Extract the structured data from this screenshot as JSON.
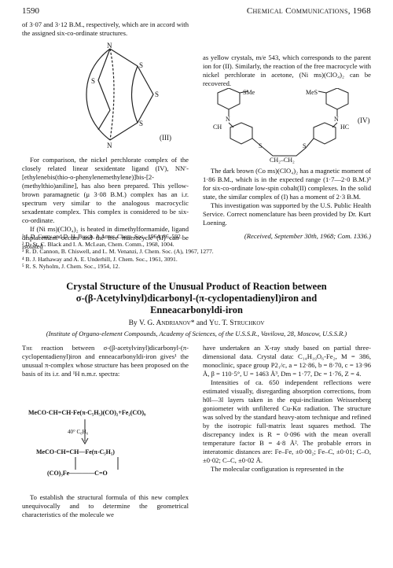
{
  "header": {
    "page_number": "1590",
    "journal": "Chemical Communications, 1968"
  },
  "upper_left": {
    "p1": "of 3·07 and 3·12 B.M., respectively, which are in accord with the assigned six-co-ordinate structures.",
    "struct_label": "(III)",
    "p2": "For comparison, the nickel perchlorate complex of the closely related linear sexidentate ligand (IV), NN′-[ethylenebis(thio-o-phenylenemethylene)]bis-[2-(methylthio)aniline], has also been prepared. This yellow-brown paramagnetic (μ 3·08 B.M.) complex has an i.r. spectrum very similar to the analogous macrocyclic sexadentate complex. This complex is considered to be six-co-ordinate.",
    "p3": "If (Ni ms)(ClO₄)₂ is heated in dimethylformamide, ligand displacement occurs and the free macrocycle (II) can be isolated"
  },
  "upper_right": {
    "p1": "as yellow crystals, m/e 543, which corresponds to the parent ion for (II). Similarly, the reaction of the free macrocycle with nickel perchlorate in acetone, (Ni ms)(ClO₄)₂ can be recovered.",
    "struct_label": "(IV)",
    "p2": "The dark brown (Co ms)(ClO₄)₂ has a magnetic moment of 1·86 B.M., which is in the expected range (1·7—2·0 B.M.)⁵ for six-co-ordinate low-spin cobalt(II) complexes. In the solid state, the similar complex of (I) has a moment of 2·3 B.M.",
    "p3": "This investigation was supported by the U.S. Public Health Service. Correct nomenclature has been provided by Dr. Kurt Loening.",
    "received": "(Received, September 30th, 1968; Com. 1336.)"
  },
  "references": [
    "¹ J. D. Curry and D. H. Busch, J. Amer. Chem. Soc., 1964, 86, 592.",
    "² D. St. C. Black and I. A. McLean, Chem. Comm., 1968, 1004.",
    "³ R. D. Cannon, B. Chiswell, and L. M. Venanzi, J. Chem. Soc. (A), 1967, 1277.",
    "⁴ B. J. Hathaway and A. E. Underhill, J. Chem. Soc., 1961, 3091.",
    "⁵ R. S. Nyholm, J. Chem. Soc., 1954, 12."
  ],
  "article": {
    "title_lines": [
      "Crystal Structure of the Unusual Product of Reaction between",
      "σ-(β-Acetylvinyl)dicarbonyl-(π-cyclopentadienyl)iron and",
      "Enneacarbonyldi-iron"
    ],
    "authors_prefix": "By",
    "author1": "V. G. Andrianov*",
    "authors_and": "and",
    "author2": "Yu. T. Struchkov",
    "institution": "(Institute of Organo-element Compounds, Academy of Sciences, of the U.S.S.R., Vavilova, 28, Moscow, U.S.S.R.)"
  },
  "lower_left": {
    "intro_sc": "The",
    "intro": "reaction between σ-(β-acetylvinyl)dicarbonyl-(π-cyclopentadienyl)iron and enneacarbonyldi-iron gives¹ the unusual π-complex whose structure has been proposed on the basis of its i.r. and ¹H n.m.r. spectra:",
    "eq_reactants": "MeCO·CH=CH·Fe(π-C₅H₅)(CO)₂+Fe₂(CO)₉",
    "eq_conditions": "40°  C₆H₆",
    "eq_product_top": "MeCO·CH=CH—Fe(π-C₅H₅)",
    "eq_product_bottom": "(CO)₃Fe————C=O",
    "p2": "To establish the structural formula of this new complex unequivocally and to determine the geometrical characteristics of the molecule we"
  },
  "lower_right": {
    "p1": "have undertaken an X-ray study based on partial three-dimensional data. Crystal data: C₁₄H₁₀O₆-Fe₂, M = 386, monoclinic, space group P2₁/c, a = 12·86, b = 8·70, c = 13·96 Å, β = 110·5°, U = 1463 Å³, Dm = 1·77, Dc = 1·76, Z = 4.",
    "p2": "Intensities of ca. 650 independent reflections were estimated visually, disregarding absorption corrections, from h0l—3l layers taken in the equi-inclination Weissenberg goniometer with unfiltered Cu-Kα radiation. The structure was solved by the standard heavy-atom technique and refined by the isotropic full-matrix least squares method. The discrepancy index is R = 0·096 with the mean overall temperature factor B = 4·8 Å². The probable errors in interatomic distances are: Fe–Fe, ±0·00₂; Fe–C, ±0·01; C–O, ±0·02; C–C, ±0·02 Å.",
    "p3": "The molecular configuration is represented in the"
  },
  "structure_atoms": {
    "III": [
      "N",
      "S",
      "S",
      "S",
      "S",
      "N"
    ],
    "IV_left": [
      "SMe",
      "N",
      "CH",
      "S",
      "CH₂–CH₂"
    ],
    "IV_right": [
      "MeS",
      "N",
      "HC",
      "S"
    ]
  }
}
